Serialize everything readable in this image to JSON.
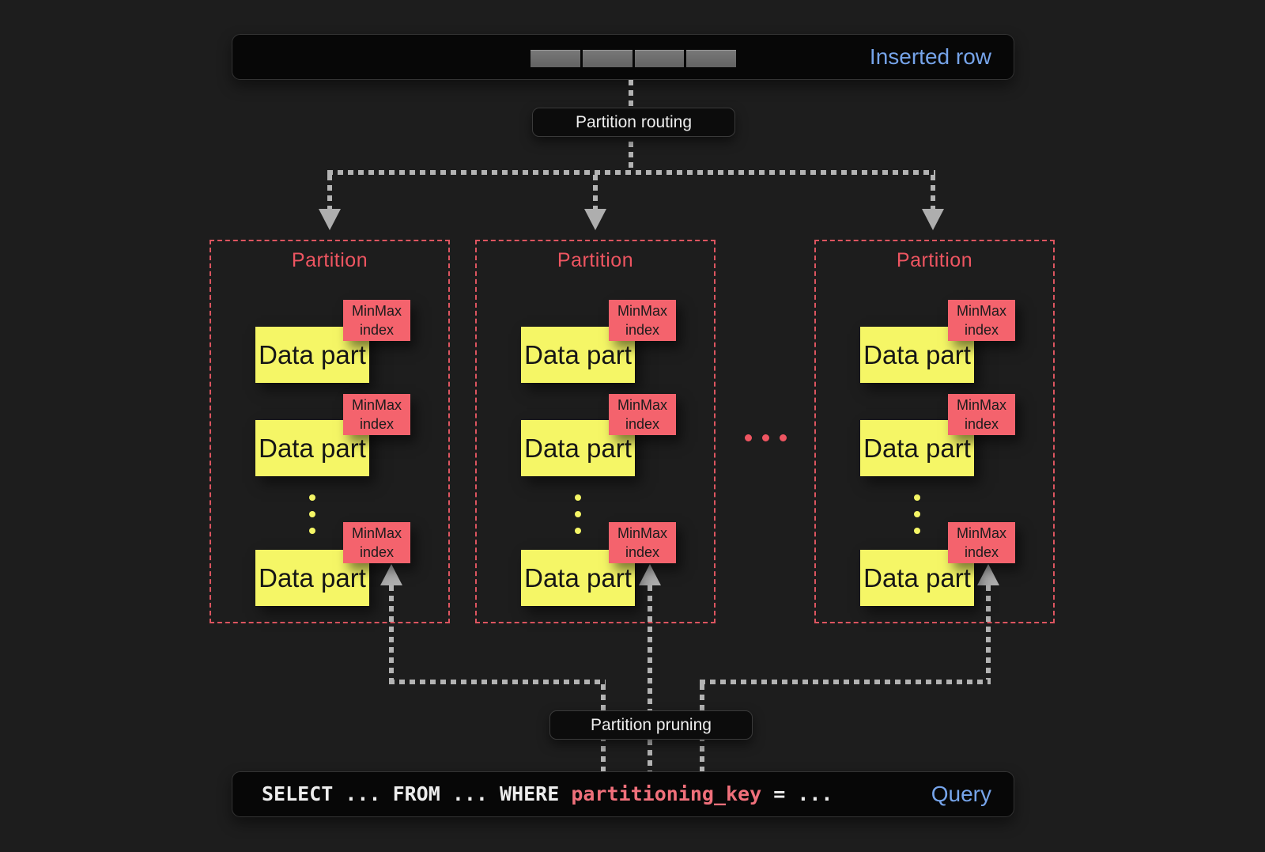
{
  "inserted_row": {
    "label": "Inserted row",
    "segment_count": 4
  },
  "flow_labels": {
    "routing": "Partition routing",
    "pruning": "Partition pruning"
  },
  "partitions": [
    {
      "title": "Partition",
      "parts": [
        {
          "label": "Data part",
          "index": "MinMax index"
        },
        {
          "label": "Data part",
          "index": "MinMax index"
        },
        {
          "label": "Data part",
          "index": "MinMax index"
        }
      ]
    },
    {
      "title": "Partition",
      "parts": [
        {
          "label": "Data part",
          "index": "MinMax index"
        },
        {
          "label": "Data part",
          "index": "MinMax index"
        },
        {
          "label": "Data part",
          "index": "MinMax index"
        }
      ]
    },
    {
      "title": "Partition",
      "parts": [
        {
          "label": "Data part",
          "index": "MinMax index"
        },
        {
          "label": "Data part",
          "index": "MinMax index"
        },
        {
          "label": "Data part",
          "index": "MinMax index"
        }
      ]
    }
  ],
  "ellipsis": "...",
  "query": {
    "prefix": "SELECT ... FROM ... WHERE ",
    "highlight": "partitioning_key",
    "suffix": " = ...",
    "label": "Query"
  },
  "icons": {
    "arrow_down": "▼",
    "arrow_up": "▲",
    "vertical_ellipsis": "⋮",
    "horizontal_ellipsis": "…"
  },
  "colors": {
    "background": "#1d1d1d",
    "bar_background": "#070707",
    "accent_blue": "#76a4ea",
    "accent_red": "#ee5561",
    "minmax_red": "#f4636d",
    "data_part_yellow": "#f5f666",
    "flow_line_gray": "#b3b3b3"
  }
}
